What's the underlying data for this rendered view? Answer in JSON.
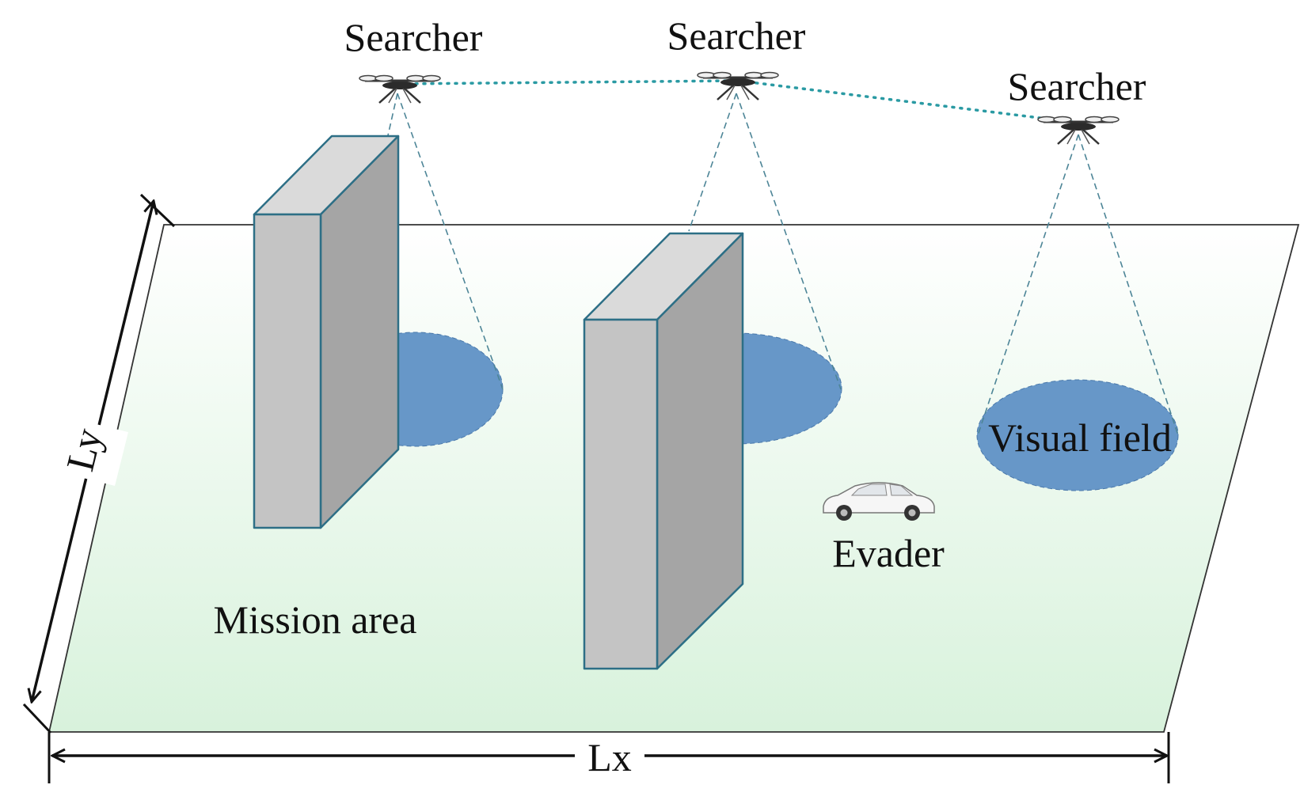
{
  "labels": {
    "searcher_1": "Searcher",
    "searcher_2": "Searcher",
    "searcher_3": "Searcher",
    "visual_field": "Visual field",
    "evader": "Evader",
    "mission_area": "Mission area",
    "lx": "Lx",
    "ly": "Ly"
  },
  "colors": {
    "ground_top": "#ffffff",
    "ground_bottom": "#d8f2dc",
    "visual_field": "#6797c8",
    "building_front": "#c4c4c4",
    "building_side": "#a5a5a5",
    "building_top": "#dadada",
    "building_edge": "#2d6f86",
    "link_line": "#2a9aa3",
    "cone_line": "#4d8597"
  },
  "icons": {
    "searcher": "quadcopter-drone-icon",
    "evader": "car-icon"
  }
}
